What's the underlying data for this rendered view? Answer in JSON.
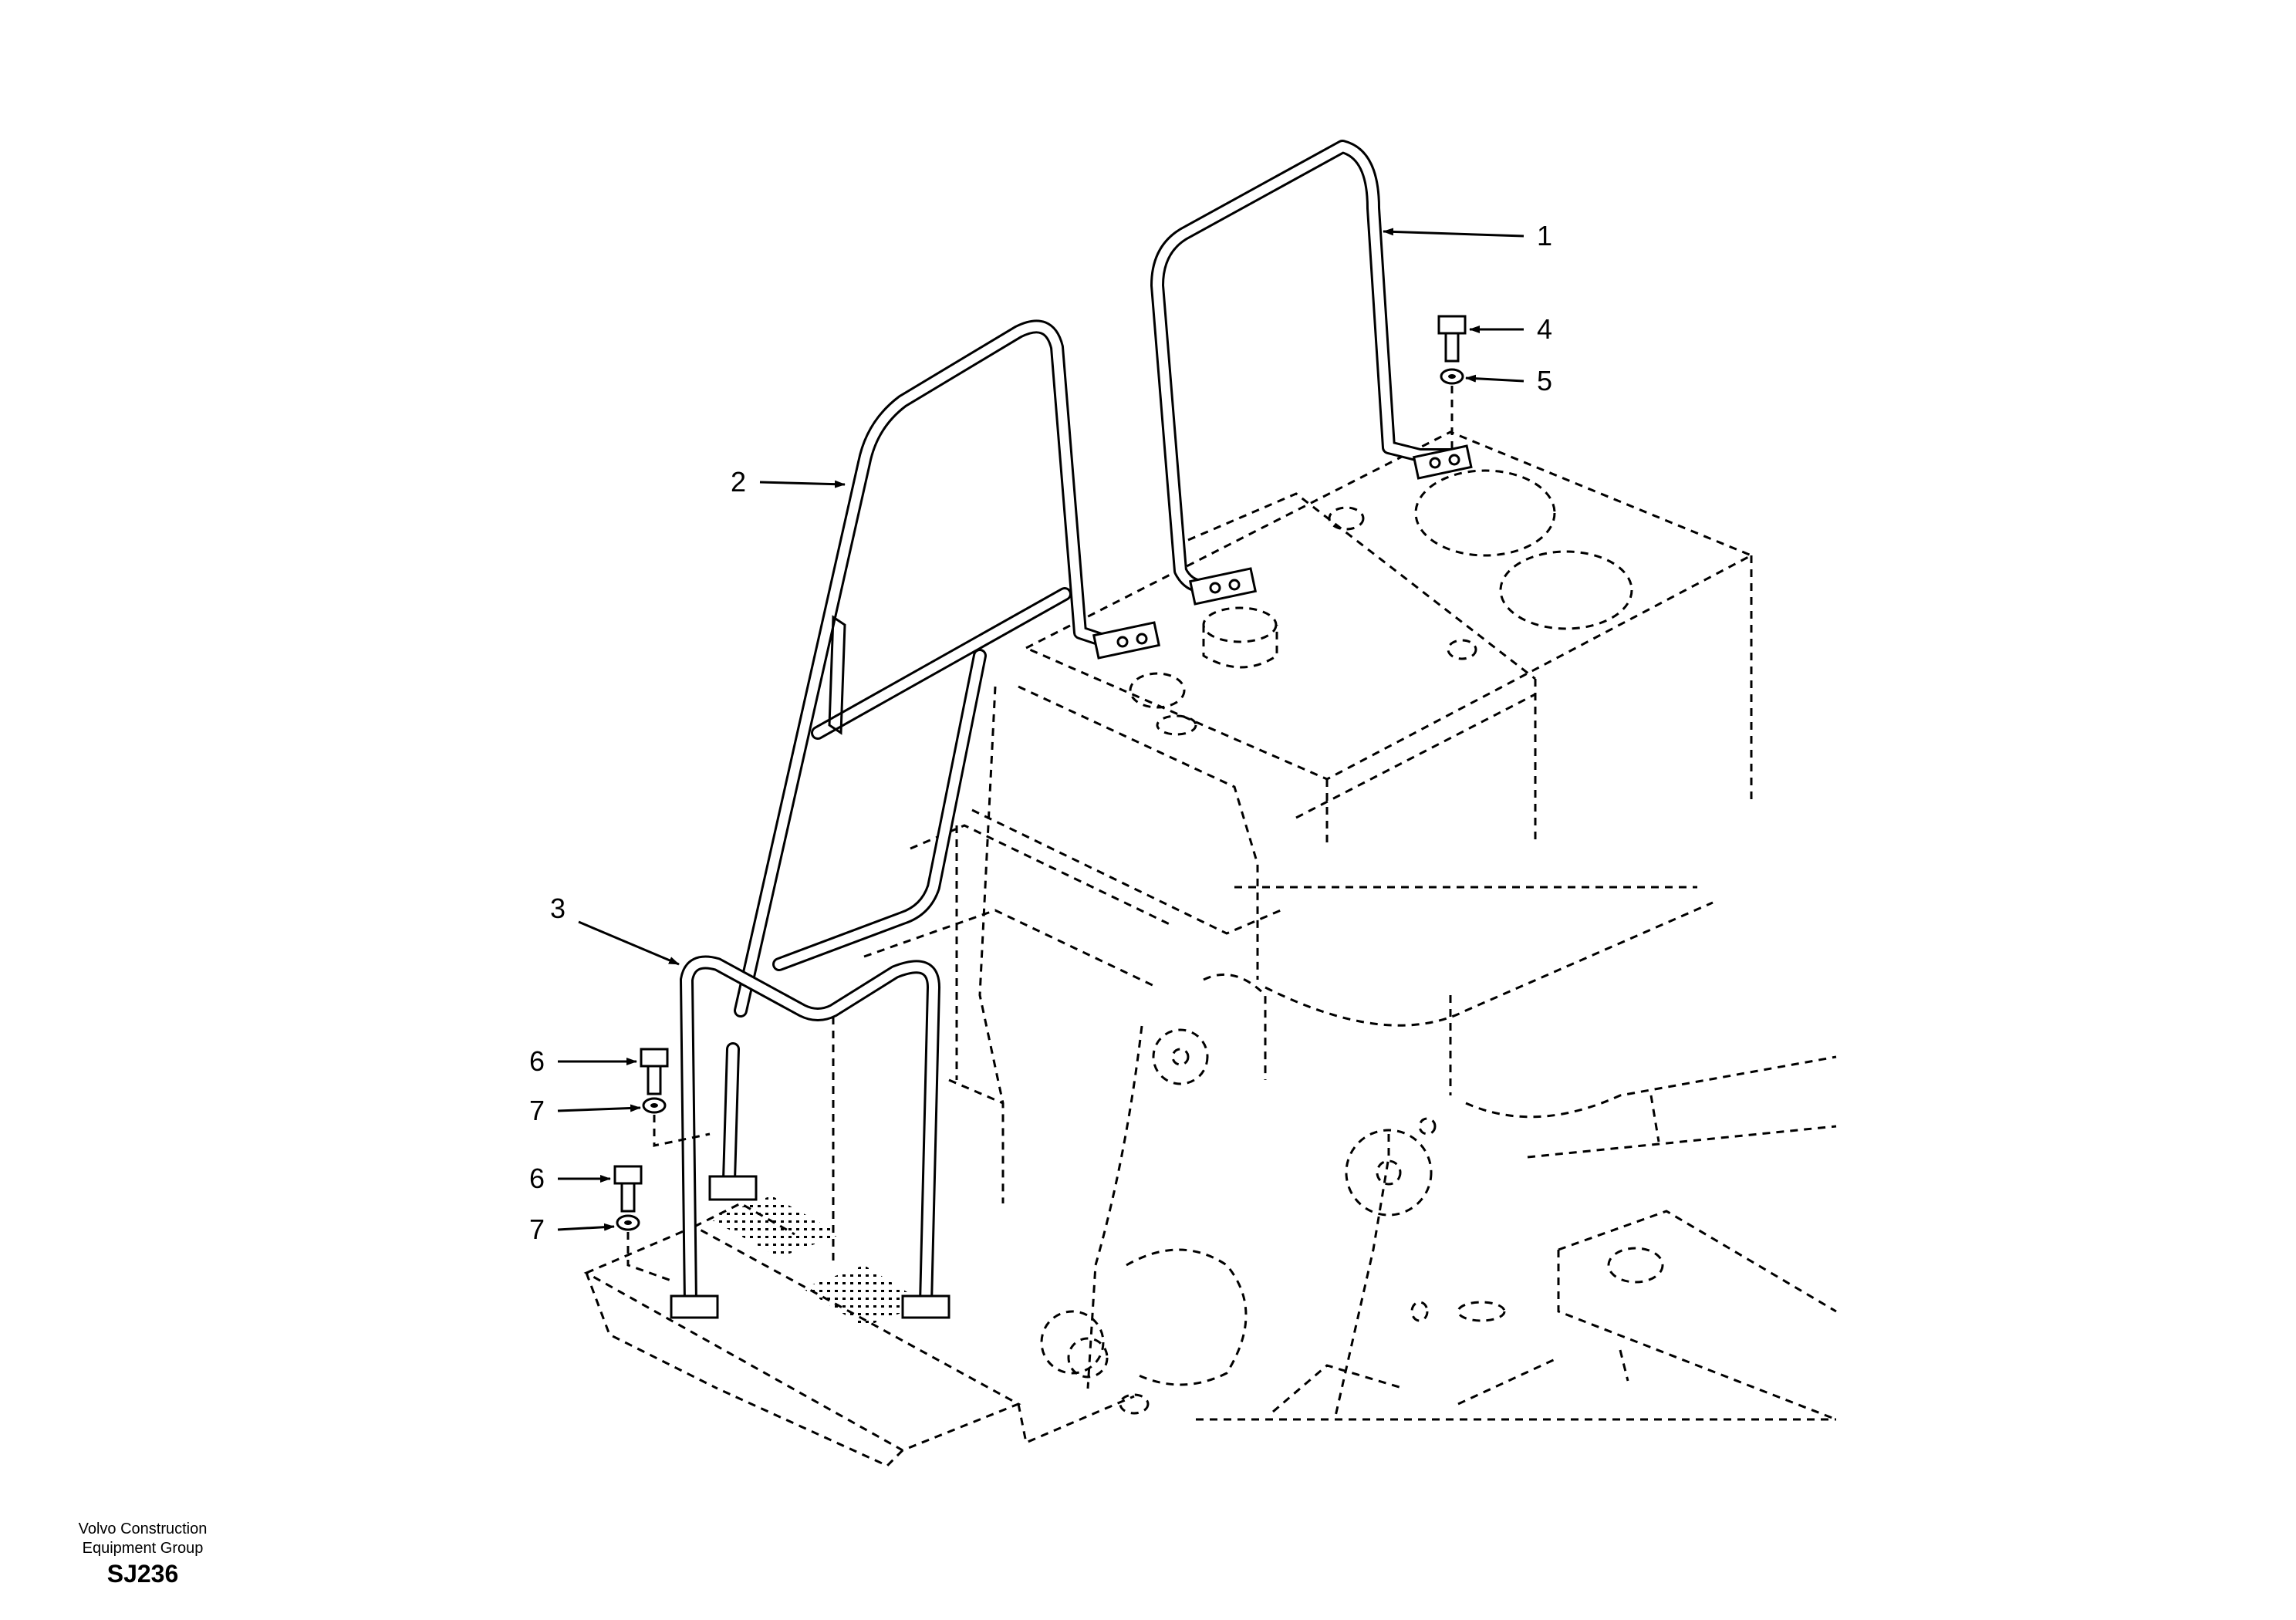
{
  "callouts": [
    {
      "id": "c1",
      "label": "1"
    },
    {
      "id": "c2",
      "label": "2"
    },
    {
      "id": "c3",
      "label": "3"
    },
    {
      "id": "c4",
      "label": "4"
    },
    {
      "id": "c5",
      "label": "5"
    },
    {
      "id": "c6a",
      "label": "6"
    },
    {
      "id": "c7a",
      "label": "7"
    },
    {
      "id": "c6b",
      "label": "6"
    },
    {
      "id": "c7b",
      "label": "7"
    }
  ],
  "footer": {
    "company_line1": "Volvo Construction",
    "company_line2": "Equipment Group",
    "code": "SJ236"
  }
}
